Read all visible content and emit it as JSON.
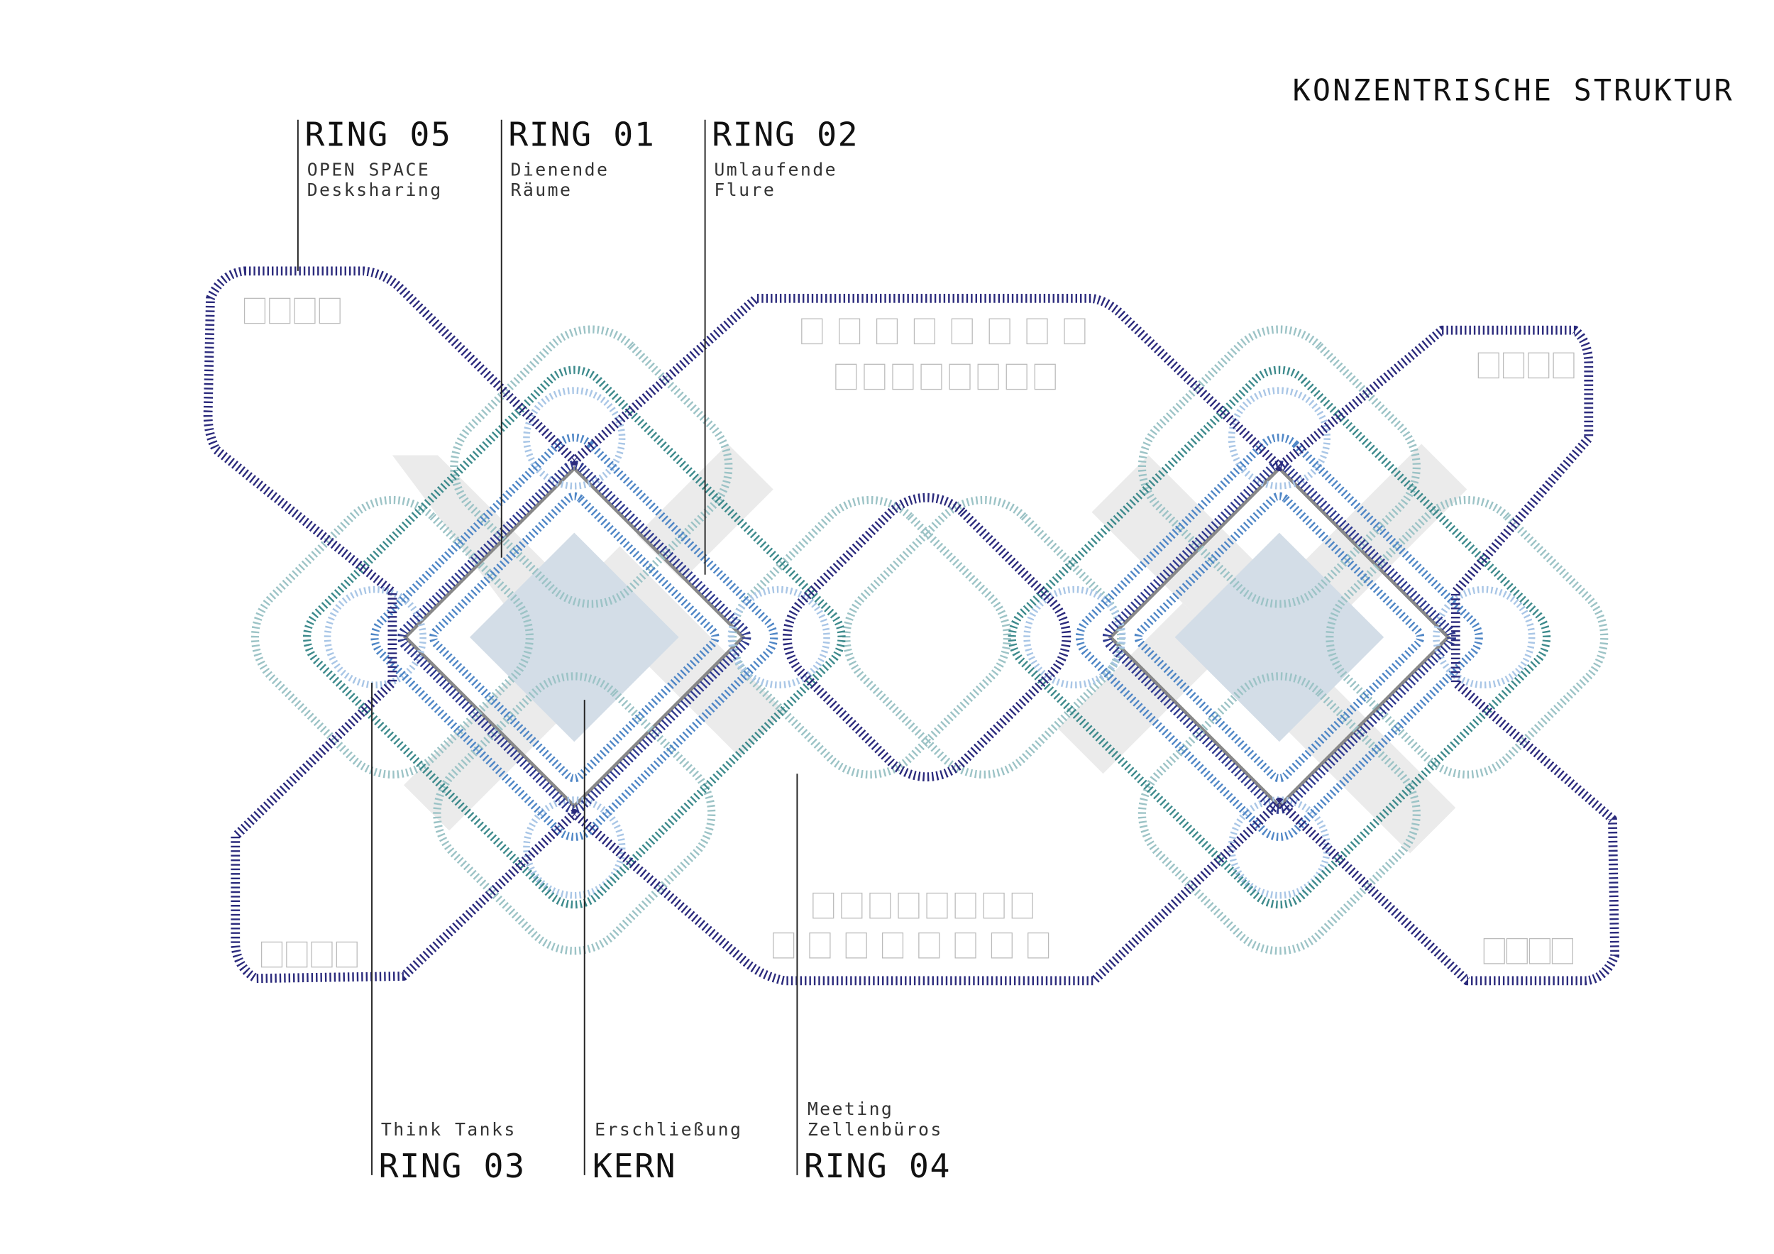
{
  "title": "KONZENTRISCHE STRUKTUR",
  "labels_top": [
    {
      "ring": "RING 05",
      "line1": "OPEN SPACE",
      "line2": "Desksharing"
    },
    {
      "ring": "RING 01",
      "line1": "Dienende",
      "line2": "Räume"
    },
    {
      "ring": "RING 02",
      "line1": "Umlaufende",
      "line2": "Flure"
    }
  ],
  "labels_bottom": [
    {
      "ring": "RING 03",
      "line1": "",
      "line2": "Think Tanks"
    },
    {
      "ring": "KERN",
      "line1": "",
      "line2": "Erschließung"
    },
    {
      "ring": "RING 04",
      "line1": "Meeting",
      "line2": "Zellenbüros"
    }
  ],
  "colors": {
    "ring05": "#2b2a7c",
    "ring01": "#2f3a8f",
    "ring02": "#4f86c6",
    "ring03": "#3d8a8c",
    "ring04": "#2b2a7c",
    "think_tank": "#9cc3c6",
    "circle": "#a9c6e6",
    "core_fill": "#d3dde7",
    "corridor": "#ebebeb"
  }
}
